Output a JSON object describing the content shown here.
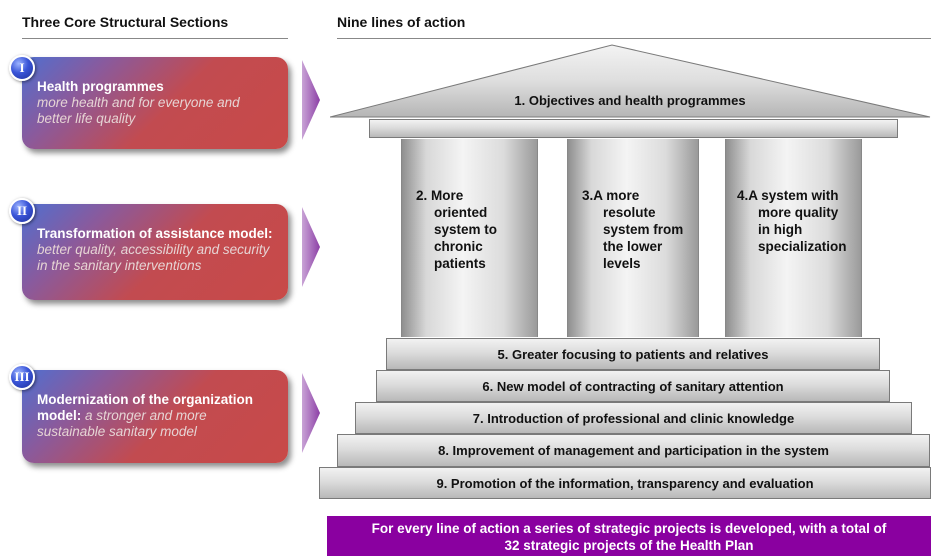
{
  "headers": {
    "left": "Three Core Structural Sections",
    "right": "Nine lines of action"
  },
  "sections": [
    {
      "numeral": "I",
      "title": "Health programmes",
      "desc": "more health and for everyone and better life quality"
    },
    {
      "numeral": "II",
      "title": "Transformation of assistance model:",
      "desc": "better quality, accessibility and security in the sanitary interventions"
    },
    {
      "numeral": "III",
      "title": "Modernization of the organization model:",
      "desc": "a stronger and more sustainable sanitary model"
    }
  ],
  "roof_label": "1. Objectives and health programmes",
  "columns": [
    {
      "num": "2.",
      "lines": [
        "More",
        "oriented",
        "system to",
        "chronic",
        "patients"
      ]
    },
    {
      "num": "3.",
      "lines": [
        "A more",
        "resolute",
        "system from",
        "the lower",
        "levels"
      ]
    },
    {
      "num": "4.",
      "lines": [
        "A system with",
        "more quality",
        "in high",
        "specialization"
      ]
    }
  ],
  "steps": [
    "5. Greater focusing to patients and relatives",
    "6. New model of contracting of sanitary attention",
    "7. Introduction of professional and clinic knowledge",
    "8. Improvement of management and participation in the system",
    "9. Promotion of the information, transparency and evaluation"
  ],
  "banner": {
    "line1": "For every line of action a series of strategic projects is developed, with a total of",
    "line2": "32 strategic projects of the Health Plan"
  },
  "colors": {
    "banner": "#8a00a0",
    "section_red": "#c84a48",
    "section_blue": "#4f6fd0",
    "arrow": "#8c3fa6"
  }
}
